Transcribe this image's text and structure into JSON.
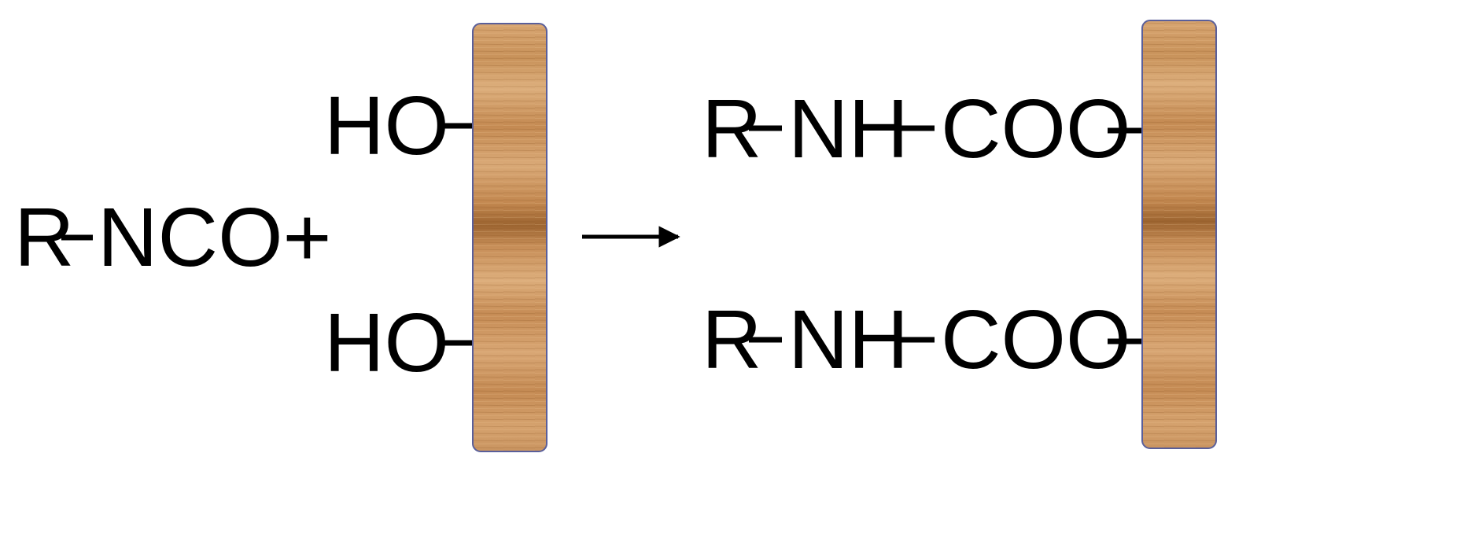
{
  "reactant": {
    "reagent": {
      "r": "R",
      "group": "NCO+"
    },
    "hydroxyls": [
      "HO",
      "HO"
    ]
  },
  "product": {
    "chains": [
      {
        "r": "R",
        "nh": "NH",
        "coo": "COO"
      },
      {
        "r": "R",
        "nh": "NH",
        "coo": "COO"
      }
    ]
  },
  "colors": {
    "wood_light": "#cf9a66",
    "wood_dark": "#a46a34",
    "wood_border": "#5a5f9a",
    "ink": "#000000"
  }
}
